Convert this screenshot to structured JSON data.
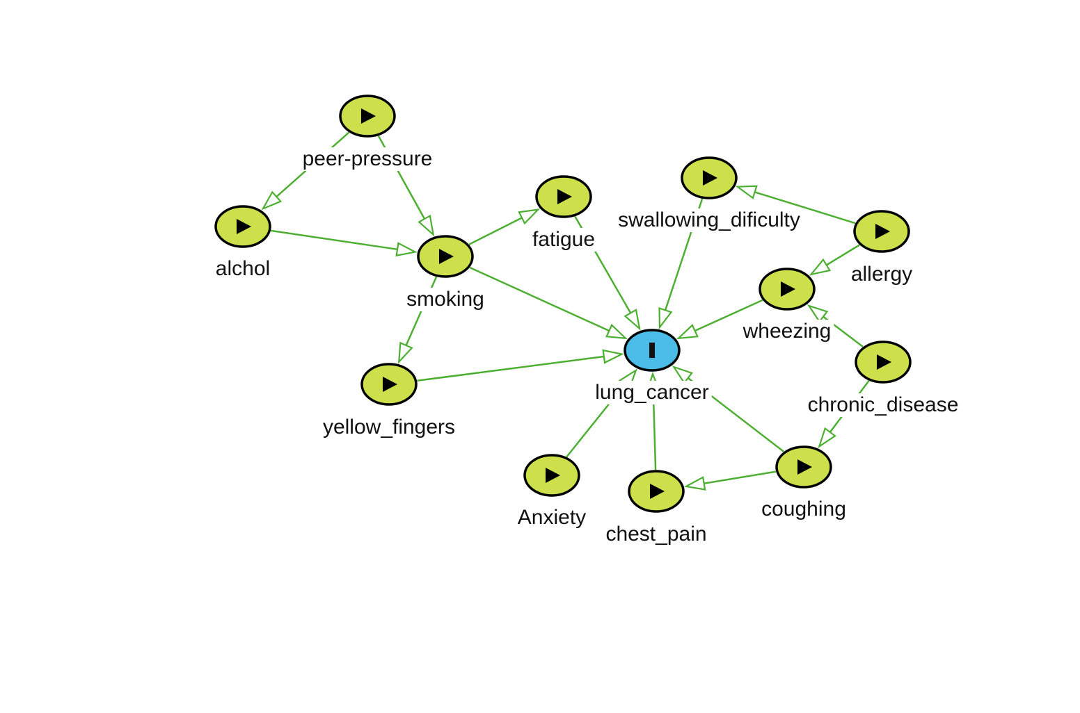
{
  "colors": {
    "edge": "#4daf32",
    "exposure_node": "#cddf4a",
    "outcome_node": "#4bbce7",
    "node_border": "#000000",
    "background": "#ffffff"
  },
  "nodes": [
    {
      "id": "peer_pressure",
      "label": "peer-pressure",
      "role": "exposure",
      "icon": "play-triangle-icon"
    },
    {
      "id": "alchol",
      "label": "alchol",
      "role": "exposure",
      "icon": "play-triangle-icon"
    },
    {
      "id": "smoking",
      "label": "smoking",
      "role": "exposure",
      "icon": "play-triangle-icon"
    },
    {
      "id": "fatigue",
      "label": "fatigue",
      "role": "exposure",
      "icon": "play-triangle-icon"
    },
    {
      "id": "swallowing_dificulty",
      "label": "swallowing_dificulty",
      "role": "exposure",
      "icon": "play-triangle-icon"
    },
    {
      "id": "allergy",
      "label": "allergy",
      "role": "exposure",
      "icon": "play-triangle-icon"
    },
    {
      "id": "wheezing",
      "label": "wheezing",
      "role": "exposure",
      "icon": "play-triangle-icon"
    },
    {
      "id": "chronic_disease",
      "label": "chronic_disease",
      "role": "exposure",
      "icon": "play-triangle-icon"
    },
    {
      "id": "lung_cancer",
      "label": "lung_cancer",
      "role": "outcome",
      "icon": "outcome-bar-icon"
    },
    {
      "id": "yellow_fingers",
      "label": "yellow_fingers",
      "role": "exposure",
      "icon": "play-triangle-icon"
    },
    {
      "id": "anxiety",
      "label": "Anxiety",
      "role": "exposure",
      "icon": "play-triangle-icon"
    },
    {
      "id": "chest_pain",
      "label": "chest_pain",
      "role": "exposure",
      "icon": "play-triangle-icon"
    },
    {
      "id": "coughing",
      "label": "coughing",
      "role": "exposure",
      "icon": "play-triangle-icon"
    }
  ],
  "edges": [
    {
      "from": "peer_pressure",
      "to": "alchol",
      "arrow": true
    },
    {
      "from": "peer_pressure",
      "to": "smoking",
      "arrow": true
    },
    {
      "from": "alchol",
      "to": "smoking",
      "arrow": true
    },
    {
      "from": "smoking",
      "to": "fatigue",
      "arrow": true
    },
    {
      "from": "smoking",
      "to": "yellow_fingers",
      "arrow": true
    },
    {
      "from": "smoking",
      "to": "lung_cancer",
      "arrow": true
    },
    {
      "from": "fatigue",
      "to": "lung_cancer",
      "arrow": true
    },
    {
      "from": "swallowing_dificulty",
      "to": "lung_cancer",
      "arrow": true
    },
    {
      "from": "allergy",
      "to": "swallowing_dificulty",
      "arrow": true
    },
    {
      "from": "allergy",
      "to": "wheezing",
      "arrow": true
    },
    {
      "from": "wheezing",
      "to": "lung_cancer",
      "arrow": true
    },
    {
      "from": "chronic_disease",
      "to": "wheezing",
      "arrow": true
    },
    {
      "from": "chronic_disease",
      "to": "coughing",
      "arrow": true
    },
    {
      "from": "yellow_fingers",
      "to": "lung_cancer",
      "arrow": true
    },
    {
      "from": "anxiety",
      "to": "lung_cancer",
      "arrow": true
    },
    {
      "from": "chest_pain",
      "to": "lung_cancer",
      "arrow": true
    },
    {
      "from": "coughing",
      "to": "lung_cancer",
      "arrow": true
    },
    {
      "from": "coughing",
      "to": "chest_pain",
      "arrow": true
    }
  ]
}
